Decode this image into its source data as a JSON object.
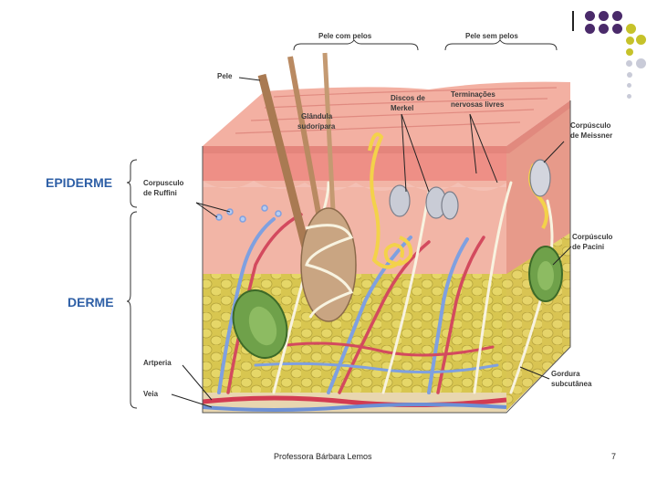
{
  "labels": {
    "pele_com_pelos": "Pele com pelos",
    "pele_sem_pelos": "Pele sem pelos",
    "pele": "Pele",
    "glandula_1": "Glândula",
    "glandula_2": "sudorípara",
    "discos_1": "Discos de",
    "discos_2": "Merkel",
    "terminacoes_1": "Terminações",
    "terminacoes_2": "nervosas livres",
    "meissner_1": "Corpúsculo",
    "meissner_2": "de Meissner",
    "ruffini_1": "Corpusculo",
    "ruffini_2": "de Ruffini",
    "pacini_1": "Corpúsculo",
    "pacini_2": "de Pacini",
    "arteria": "Artperia",
    "veia": "Veia",
    "gordura_1": "Gordura",
    "gordura_2": "subcutânea",
    "epiderme": "EPIDERME",
    "derme": "DERME"
  },
  "footer": {
    "author": "Professora Bárbara Lemos",
    "page_number": "7"
  },
  "colors": {
    "dot_purple": "#4a2a6a",
    "dot_yellow": "#c6c22a",
    "dot_gray": "#c9cbd8",
    "label_blue": "#2e5fa6"
  }
}
